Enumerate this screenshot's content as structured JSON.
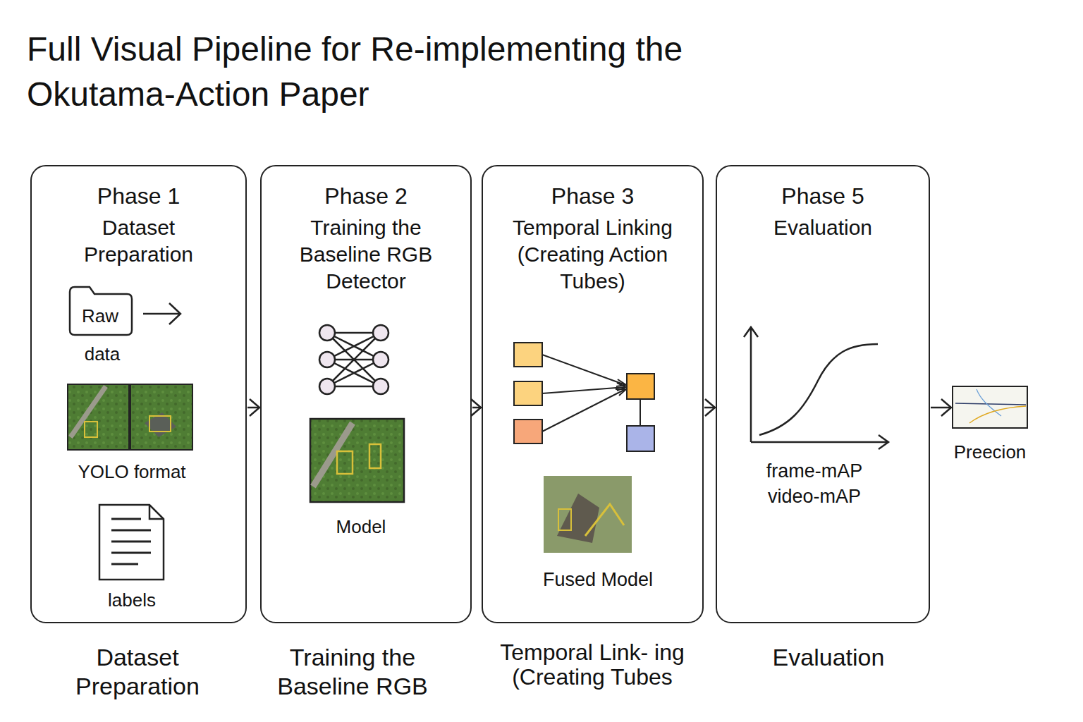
{
  "diagram": {
    "title": "Full Visual Pipeline for Re-implementing the Okutama-Action Paper",
    "nodes": [
      {
        "text": [
          "Phase 1",
          "Dataset Preparation"
        ]
      },
      {
        "text": [
          "Phase 2",
          "Training the Baseline RGB Detector"
        ]
      },
      {
        "text": [
          "Phase 3",
          "Temporal Linking (Creating Action Tubes)"
        ]
      },
      {
        "text": [
          "Phase 5",
          "Evaluation"
        ]
      },
      {
        "text": [
          "Preecion"
        ]
      }
    ],
    "edges": [
      {
        "from": 0,
        "to": 1,
        "arrow": "to"
      },
      {
        "from": 1,
        "to": 2,
        "arrow": "to"
      },
      {
        "from": 2,
        "to": 3,
        "arrow": "to"
      },
      {
        "from": 3,
        "to": 4,
        "arrow": "to"
      }
    ],
    "labels": [
      "Raw",
      "data",
      "YOLO format",
      "labels",
      "Model",
      "Fused Model",
      "frame-mAP",
      "video-mAP",
      "Dataset Preparation",
      "Training the Baseline RGB",
      "Temporal Link- ing (Creating Tubes",
      "Evaluation"
    ]
  }
}
